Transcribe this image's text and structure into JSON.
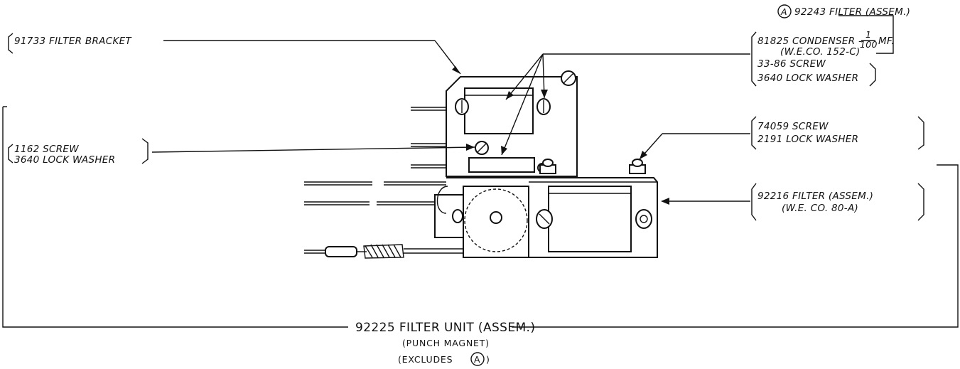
{
  "labels": {
    "filter_bracket": "91733 FILTER BRACKET",
    "screw_1162": "1162 SCREW",
    "lockwasher_3640_left": "3640 LOCK WASHER",
    "circle_a": "A",
    "filter_92243": "92243 FILTER (ASSEM.)",
    "condenser_81825": "81825 CONDENSER -",
    "condenser_fraction_num": "1",
    "condenser_fraction_den": "100",
    "condenser_unit": "MF.",
    "condenser_we": "(W.E.CO. 152-C)",
    "screw_3386": "33-86 SCREW",
    "lockwasher_3640_right": "3640 LOCK WASHER",
    "screw_74059": "74059 SCREW",
    "lockwasher_2191": "2191 LOCK WASHER",
    "filter_92216": "92216 FILTER (ASSEM.)",
    "filter_92216_we": "(W.E. CO. 80-A)"
  },
  "title": {
    "main": "92225 FILTER UNIT (ASSEM.)",
    "sub1": "(PUNCH MAGNET)",
    "sub2_prefix": "(EXCLUDES",
    "sub2_circle": "A",
    "sub2_suffix": ")"
  }
}
